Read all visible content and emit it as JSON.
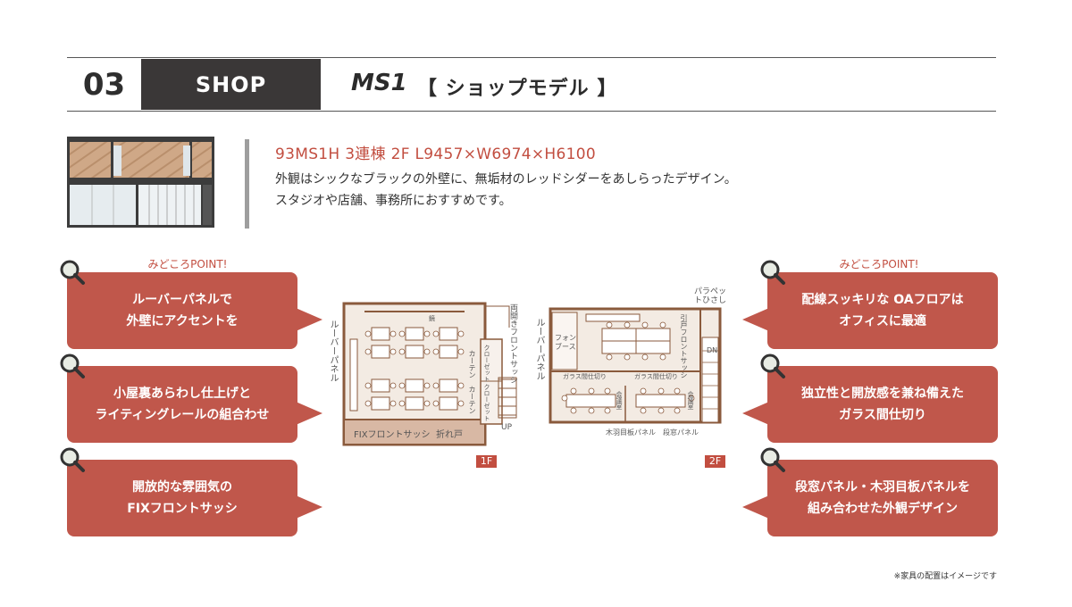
{
  "header": {
    "number": "03",
    "category": "SHOP",
    "model_name": "MS1",
    "model_type": "【 ショップモデル 】"
  },
  "intro": {
    "spec": "93MS1H 3連棟  2F L9457×W6974×H6100",
    "description_line1": "外観はシックなブラックの外壁に、無垢材のレッドシダーをあしらったデザイン。",
    "description_line2": "スタジオや店舗、事務所におすすめです。"
  },
  "points": {
    "left_title": "みどころPOINT!",
    "right_title": "みどころPOINT!",
    "left": [
      {
        "text": "ルーバーパネルで\n外壁にアクセントを"
      },
      {
        "text": "小屋裏あらわし仕上げと\nライティングレールの組合わせ"
      },
      {
        "text": "開放的な雰囲気の\nFIXフロントサッシ"
      }
    ],
    "right": [
      {
        "text": "配線スッキリな OAフロアは\nオフィスに最適"
      },
      {
        "text": "独立性と開放感を兼ね備えた\nガラス間仕切り"
      },
      {
        "text": "段窓パネル・木羽目板パネルを\n組み合わせた外観デザイン"
      }
    ]
  },
  "floor1": {
    "tag": "1F",
    "louver": "ルーバーパネル",
    "double_door": "両開きフロントサッシ",
    "curtain1": "カーテン",
    "curtain2": "カーテン",
    "closet1": "クローゼット",
    "closet2": "クローゼット",
    "fix_sash": "FIXフロントサッシ",
    "folding_door": "折れ戸",
    "up": "UP",
    "mirror": "鏡"
  },
  "floor2": {
    "tag": "2F",
    "parapet": "パラペットひさし",
    "sliding_sash": "引戸フロントサッシ",
    "louver": "ルーバーパネル",
    "phone_booth": "フォンブース",
    "glass_partition1": "ガラス間仕切り",
    "glass_partition2": "ガラス間仕切り",
    "meeting1": "会議室",
    "meeting2": "会議室",
    "wood_panel": "木羽目板パネル",
    "step_window": "段窓パネル",
    "dn": "DN"
  },
  "note": "※家具の配置はイメージです",
  "colors": {
    "accent": "#c0574b",
    "accent_text": "#c24e40",
    "dark_band": "#3a3737",
    "floor_wall": "#8a5a3c",
    "floor_fill": "#f3ebe3"
  }
}
